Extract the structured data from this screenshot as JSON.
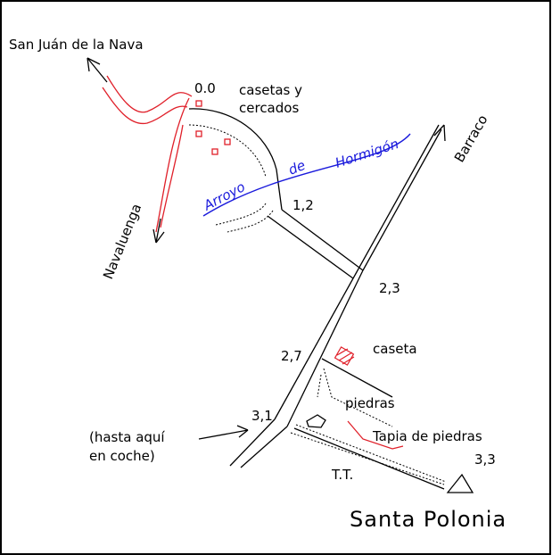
{
  "map": {
    "title": "Santa Polonia",
    "colors": {
      "road": "#000000",
      "red_route": "#e0202a",
      "river": "#1a1adc",
      "background": "#ffffff"
    },
    "places": {
      "san_juan": "San Juán de la Nava",
      "navaluenga": "Navaluenga",
      "barraco": "Barraco",
      "casetas": [
        "casetas y",
        "cercados"
      ],
      "caseta": "caseta",
      "piedras": "piedras",
      "tapia": "Tapia de piedras",
      "tt": "T.T.",
      "coche": [
        "(hasta aquí",
        "en coche)"
      ]
    },
    "river": {
      "word1": "Arroyo",
      "word2": "de",
      "word3": "Hormigón"
    },
    "distances": {
      "d0": "0.0",
      "d12": "1,2",
      "d23": "2,3",
      "d27": "2,7",
      "d31": "3,1",
      "d33": "3,3"
    }
  }
}
